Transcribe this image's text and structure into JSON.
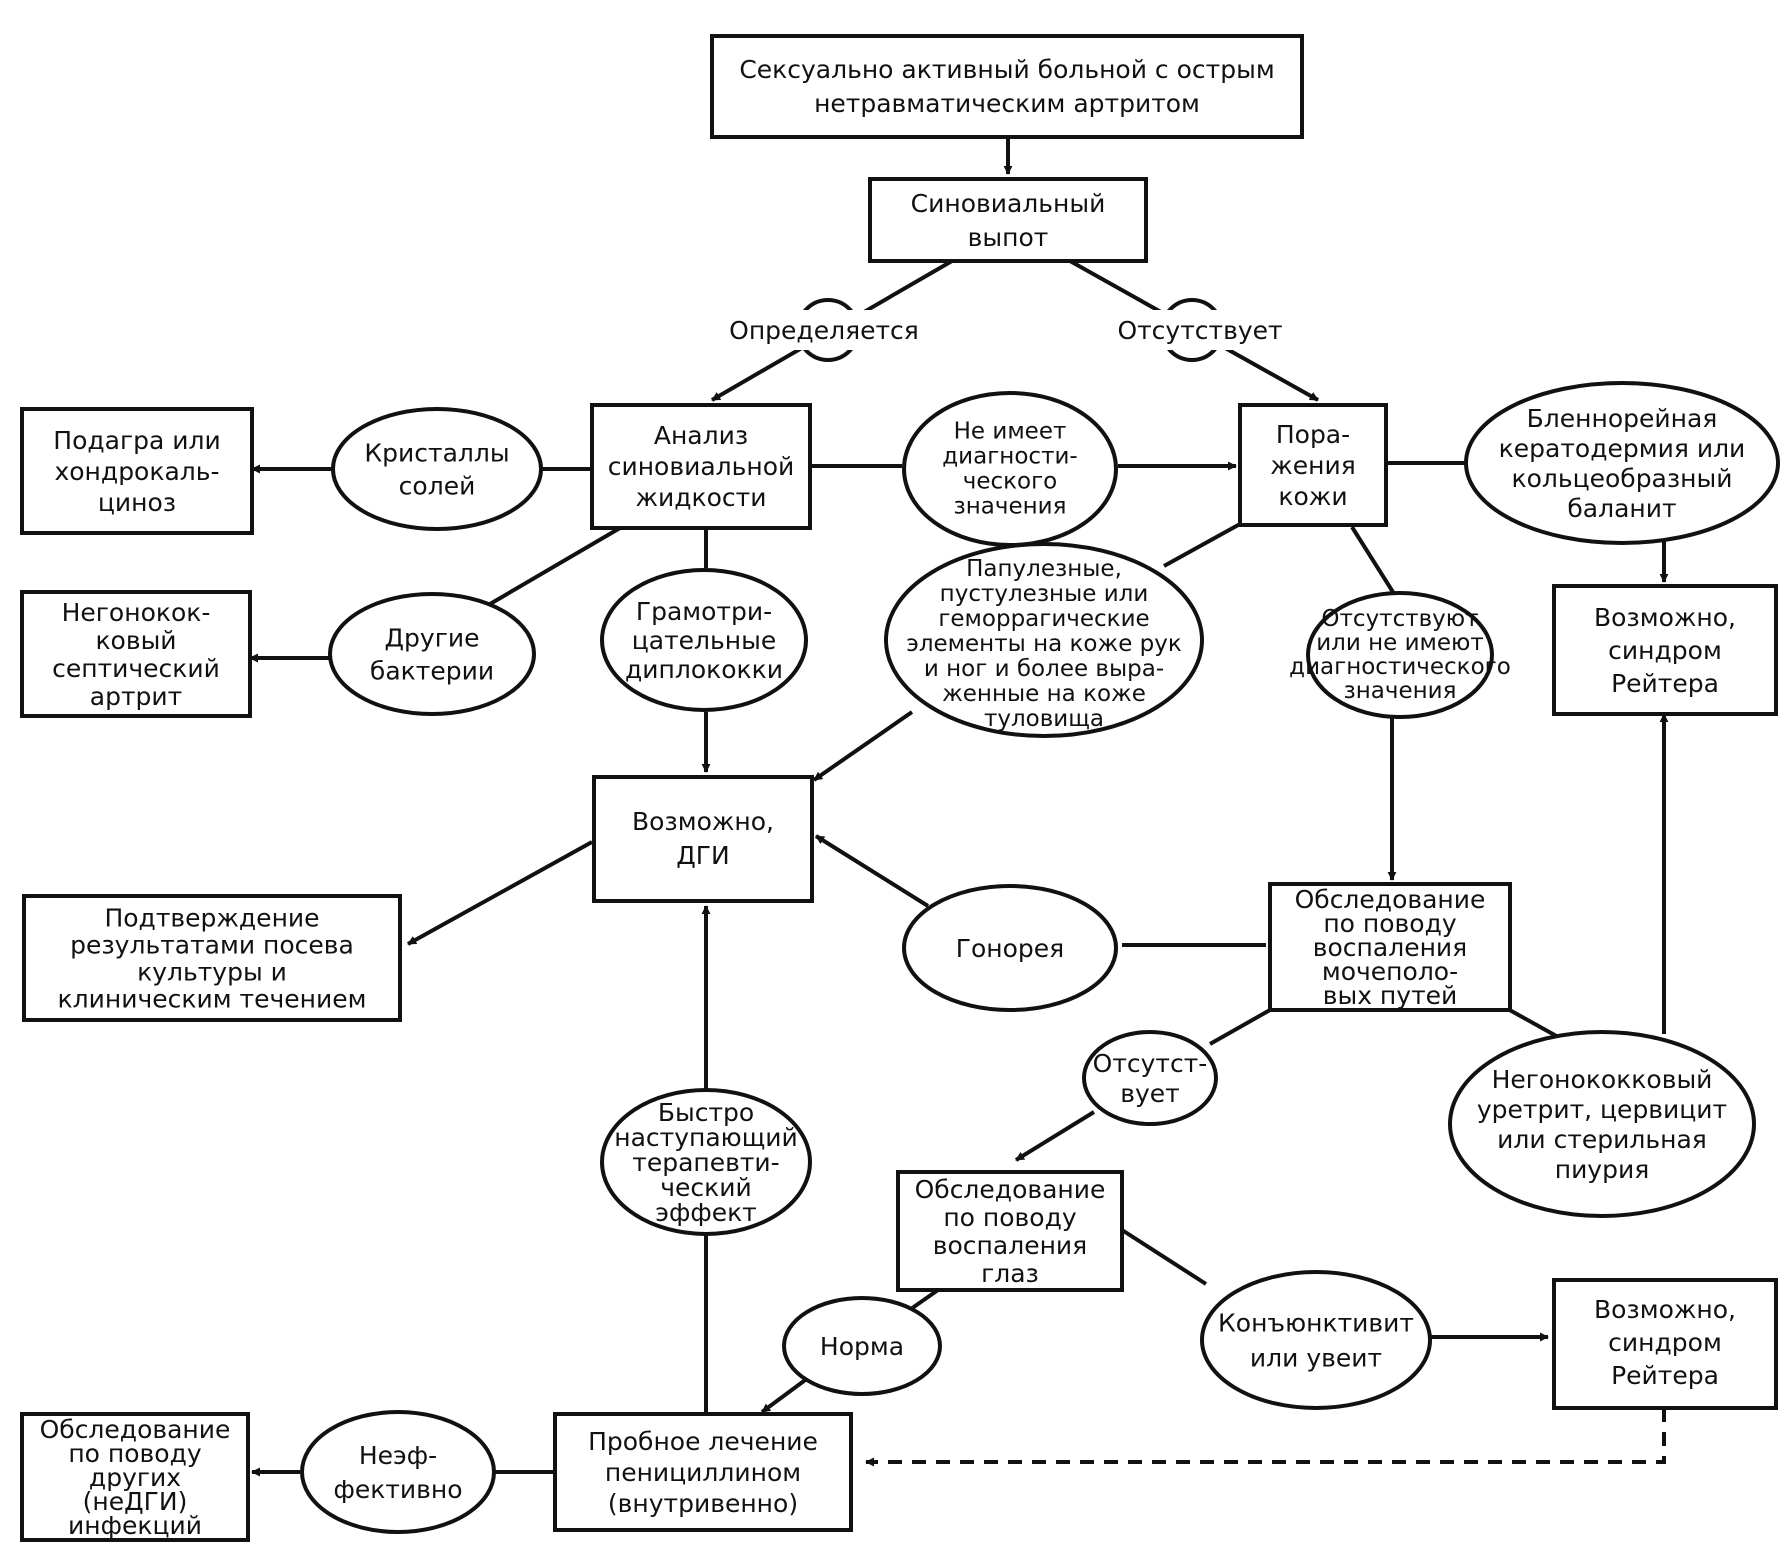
{
  "nodes": {
    "start": [
      "Сексуально активный больной с острым",
      "нетравматическим артритом"
    ],
    "effusion": [
      "Синовиальный",
      "выпот"
    ],
    "label_present": [
      "Определяется"
    ],
    "label_absent": [
      "Отсутствует"
    ],
    "fluid_analysis": [
      "Анализ",
      "синовиальной",
      "жидкости"
    ],
    "crystals": [
      "Кристаллы",
      "солей"
    ],
    "gout": [
      "Подагра или",
      "хондрокаль-",
      "циноз"
    ],
    "other_bacteria": [
      "Другие",
      "бактерии"
    ],
    "nongonococcal_septic": [
      "Негонокок-",
      "ковый",
      "септический",
      "артрит"
    ],
    "gram_negative": [
      "Грамотри-",
      "цательные",
      "диплококки"
    ],
    "no_diag_value": [
      "Не имеет",
      "диагности-",
      "ческого",
      "значения"
    ],
    "skin_lesions": [
      "Пора-",
      "жения",
      "кожи"
    ],
    "blennorrheal": [
      "Бленнорейная",
      "кератодермия или",
      "кольцеобразный",
      "баланит"
    ],
    "papular": [
      "Папулезные,",
      "пустулезные или",
      "геморрагические",
      "элементы на коже рук",
      "и ног и более выра-",
      "женные на коже",
      "туловища"
    ],
    "skin_absent": [
      "Отсутствуют",
      "или не имеют",
      "диагностического",
      "значения"
    ],
    "reiter_top": [
      "Возможно,",
      "синдром",
      "Рейтера"
    ],
    "possible_dgi": [
      "Возможно,",
      "ДГИ"
    ],
    "confirmation": [
      "Подтверждение",
      "результатами посева",
      "культуры и",
      "клиническим течением"
    ],
    "gonorrhea": [
      "Гонорея"
    ],
    "urogenital_exam": [
      "Обследование",
      "по поводу",
      "воспаления",
      "мочеполо-",
      "вых путей"
    ],
    "urogenital_absent": [
      "Отсутст-",
      "вует"
    ],
    "nongonococcal_urethritis": [
      "Негонококковый",
      "уретрит, цервицит",
      "или стерильная",
      "пиурия"
    ],
    "rapid_effect": [
      "Быстро",
      "наступающий",
      "терапевти-",
      "ческий",
      "эффект"
    ],
    "eye_exam": [
      "Обследование",
      "по поводу",
      "воспаления",
      "глаз"
    ],
    "norm": [
      "Норма"
    ],
    "conjunctivitis": [
      "Конъюнктивит",
      "или увеит"
    ],
    "reiter_bottom": [
      "Возможно,",
      "синдром",
      "Рейтера"
    ],
    "penicillin_trial": [
      "Пробное лечение",
      "пенициллином",
      "(внутривенно)"
    ],
    "ineffective": [
      "Неэф-",
      "фективно"
    ],
    "other_infections": [
      "Обследование",
      "по поводу",
      "других",
      "(неДГИ)",
      "инфекций"
    ]
  }
}
